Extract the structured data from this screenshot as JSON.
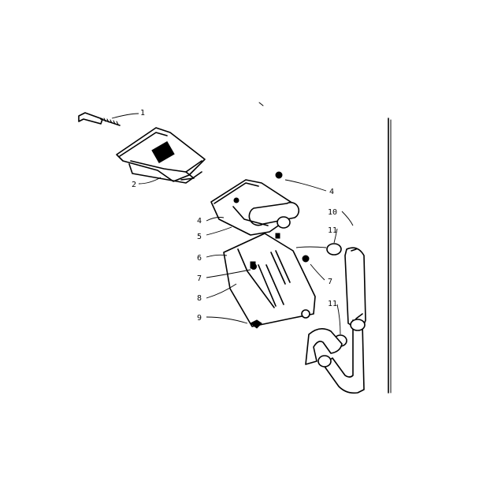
{
  "callouts": [
    {
      "id": "c1",
      "text": "1"
    },
    {
      "id": "c2",
      "text": "2"
    },
    {
      "id": "c4a",
      "text": "4"
    },
    {
      "id": "c4b",
      "text": "4"
    },
    {
      "id": "c5",
      "text": "5"
    },
    {
      "id": "c6",
      "text": "6"
    },
    {
      "id": "c7a",
      "text": "7"
    },
    {
      "id": "c7b",
      "text": "7"
    },
    {
      "id": "c8",
      "text": "8"
    },
    {
      "id": "c9",
      "text": "9"
    },
    {
      "id": "c10",
      "text": "10"
    },
    {
      "id": "c11a",
      "text": "11"
    },
    {
      "id": "c11b",
      "text": "11"
    }
  ],
  "parts": [
    {
      "id": "screw",
      "icon": "screw-icon"
    },
    {
      "id": "outlet-grille",
      "icon": "grille-icon"
    },
    {
      "id": "bracket",
      "icon": "bracket-icon"
    },
    {
      "id": "mounting-plate",
      "icon": "plate-icon"
    },
    {
      "id": "hose",
      "icon": "hose-icon"
    },
    {
      "id": "clamp",
      "icon": "clamp-icon"
    }
  ]
}
